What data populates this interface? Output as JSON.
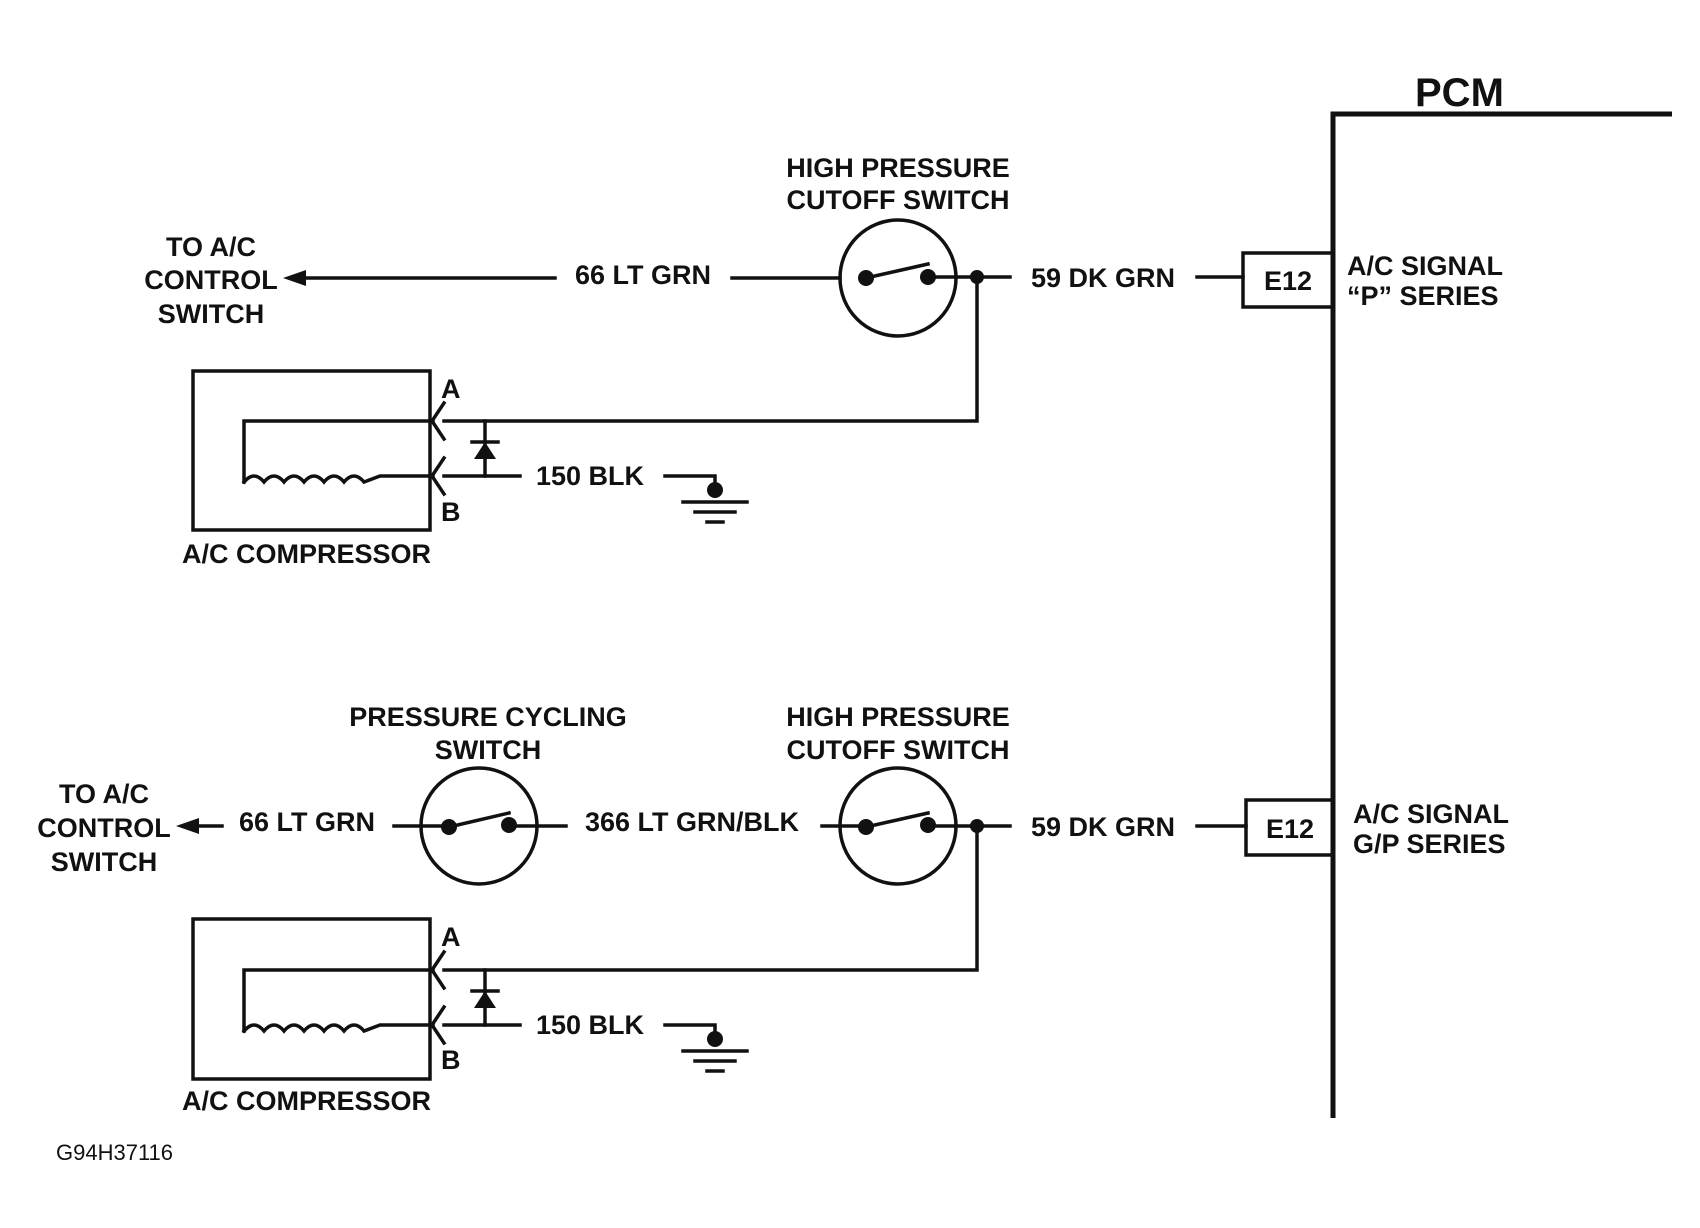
{
  "pcm": {
    "label": "PCM"
  },
  "figure_id": "G94H37116",
  "circuit_p": {
    "to_control": [
      "TO A/C",
      "CONTROL",
      "SWITCH"
    ],
    "wire_control": "66 LT GRN",
    "hp_switch": [
      "HIGH PRESSURE",
      "CUTOFF SWITCH"
    ],
    "wire_signal": "59 DK GRN",
    "connector": "E12",
    "signal": [
      "A/C SIGNAL",
      "“P” SERIES"
    ],
    "compressor": "A/C COMPRESSOR",
    "pin_a": "A",
    "pin_b": "B",
    "ground_wire": "150 BLK"
  },
  "circuit_gp": {
    "to_control": [
      "TO A/C",
      "CONTROL",
      "SWITCH"
    ],
    "wire_control": "66 LT GRN",
    "cycling_switch": [
      "PRESSURE CYCLING",
      "SWITCH"
    ],
    "wire_between": "366 LT GRN/BLK",
    "hp_switch": [
      "HIGH PRESSURE",
      "CUTOFF SWITCH"
    ],
    "wire_signal": "59 DK GRN",
    "connector": "E12",
    "signal": [
      "A/C SIGNAL",
      "G/P SERIES"
    ],
    "compressor": "A/C COMPRESSOR",
    "pin_a": "A",
    "pin_b": "B",
    "ground_wire": "150 BLK"
  }
}
